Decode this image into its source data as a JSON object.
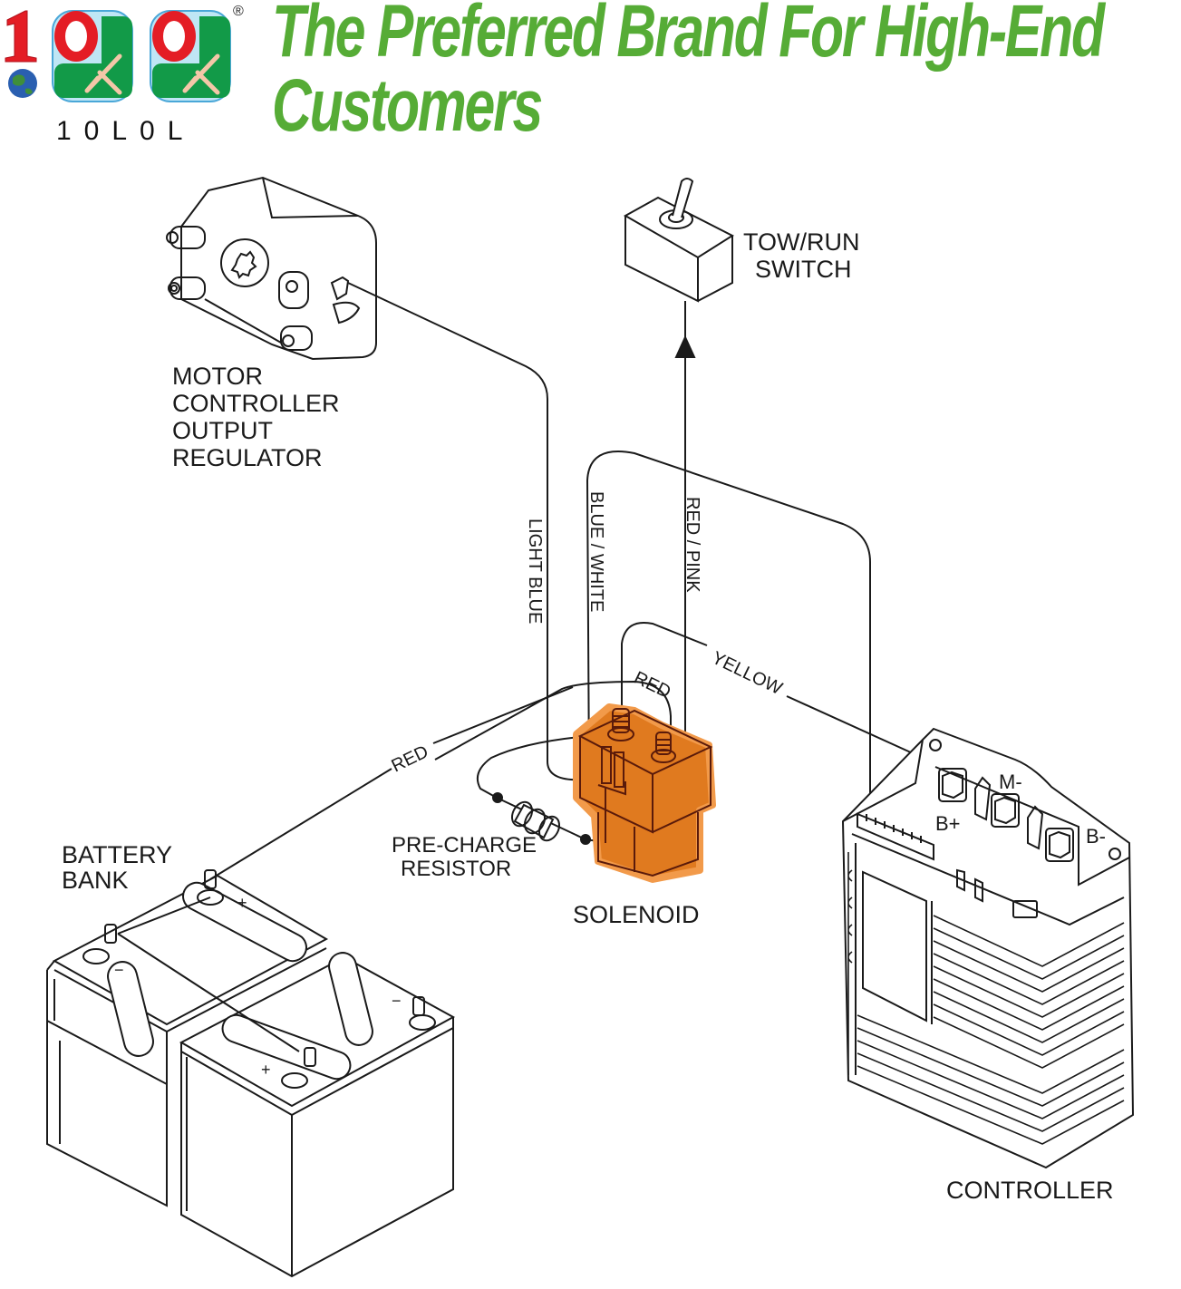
{
  "brand": {
    "logo_text": "10L0L",
    "registered_mark": "®",
    "headline_line1": "The Preferred Brand For High-End",
    "headline_line2": "Customers",
    "headline_color": "#56ac36"
  },
  "diagram": {
    "title": "Solenoid wiring diagram",
    "components": {
      "motor_controller": [
        "MOTOR",
        "CONTROLLER",
        "OUTPUT",
        "REGULATOR"
      ],
      "tow_run_switch": [
        "TOW/RUN",
        "SWITCH"
      ],
      "pre_charge_resistor": [
        "PRE-CHARGE",
        "RESISTOR"
      ],
      "solenoid": "SOLENOID",
      "battery_bank": [
        "BATTERY",
        "BANK"
      ],
      "controller": "CONTROLLER"
    },
    "terminals": {
      "b_plus": "B+",
      "m_minus": "M-",
      "b_minus": "B-",
      "battery_plus": "+",
      "battery_minus": "−"
    },
    "wires": {
      "light_blue": "LIGHT BLUE",
      "blue_white": "BLUE / WHITE",
      "red_pink": "RED / PINK",
      "yellow": "YELLOW",
      "red_top": "RED",
      "red_battery": "RED"
    },
    "colors": {
      "solenoid_fill": "#e07a1f",
      "solenoid_stroke": "#5a1a0a",
      "line": "#1a1a1a"
    }
  }
}
